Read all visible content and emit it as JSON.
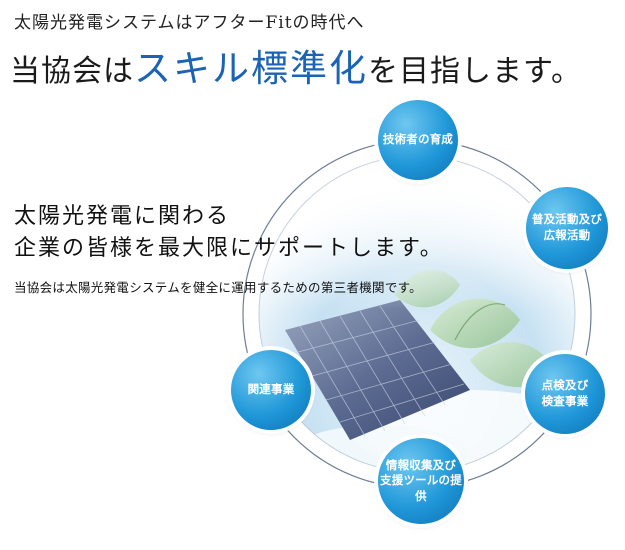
{
  "header": {
    "lead": "太陽光発電システムはアフターFitの時代へ",
    "headline_pre": "当協会は",
    "headline_highlight": "スキル標準化",
    "headline_post": "を目指します。"
  },
  "body": {
    "subheading_line1": "太陽光発電に関わる",
    "subheading_line2": "企業の皆様を最大限にサポートします。",
    "description": "当協会は太陽光発電システムを健全に運用するための第三者機関です。"
  },
  "nodes": [
    {
      "line1": "技術者の育成",
      "line2": ""
    },
    {
      "line1": "普及活動及び",
      "line2": "広報活動"
    },
    {
      "line1": "点検及び",
      "line2": "検査事業"
    },
    {
      "line1": "情報収集及び",
      "line2": "支援ツールの提供"
    },
    {
      "line1": "関連事業",
      "line2": ""
    }
  ],
  "colors": {
    "headline_highlight": "#1a63b5",
    "node_blue": "#1f97d8",
    "ring": "#6d7f95"
  }
}
